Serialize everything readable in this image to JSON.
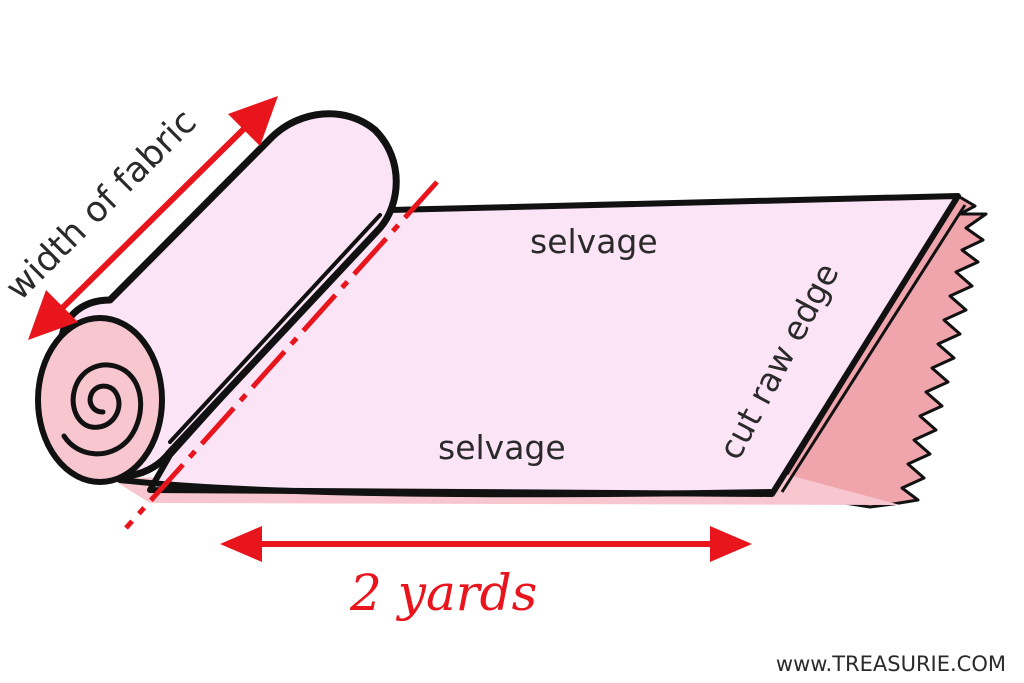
{
  "labels": {
    "width": "width of fabric",
    "selvage_top": "selvage",
    "selvage_bottom": "selvage",
    "cut_edge": "cut raw edge",
    "length": "2 yards",
    "watermark": "www.TREASURIE.COM"
  },
  "colors": {
    "fabric": "#fce4f7",
    "fabric_underside": "#f7c6cf",
    "raw_edge": "#f0a5ad",
    "outline": "#111111",
    "accent_red": "#e8151d",
    "text": "#2a2a2a"
  }
}
